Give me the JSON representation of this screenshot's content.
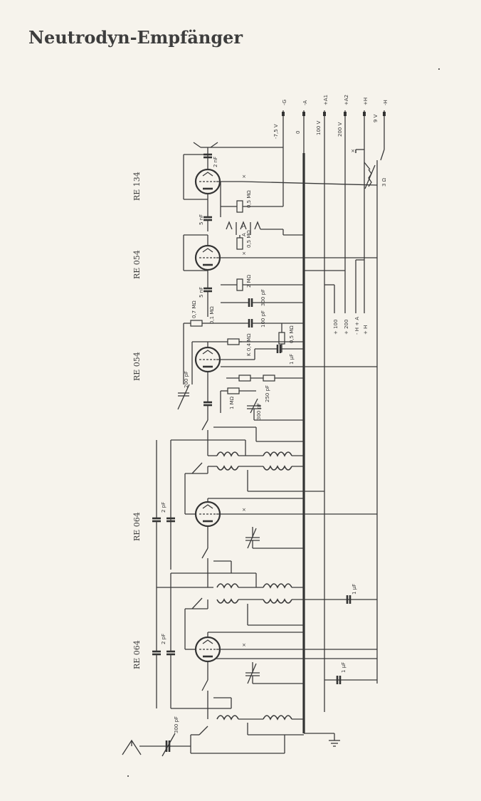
{
  "title": "Neutrodyn-Empfänger",
  "tubes": [
    {
      "label": "RE 134"
    },
    {
      "label": "RE 054"
    },
    {
      "label": "RE 054"
    },
    {
      "label": "RE 064"
    },
    {
      "label": "RE 064"
    }
  ],
  "terminals": [
    {
      "top": "-G",
      "side": "-7,5 V"
    },
    {
      "top": "-A",
      "side": "0"
    },
    {
      "top": "+A1",
      "side": "100 V"
    },
    {
      "top": "+A2",
      "side": "200 V"
    },
    {
      "top": "+H",
      "side": "9 V"
    },
    {
      "top": "-H",
      "side": ""
    }
  ],
  "supply_labels": [
    "+ 100",
    "+ 200",
    "- H + A",
    "+ H"
  ],
  "components": {
    "c_out": "2 nF",
    "r_grid1": "0,5 MΩ",
    "c_coupling1": "5 nF",
    "r_grid2": "0,5 MΩ",
    "r_anode1": "2 MΩ",
    "c_coupling2": "5 nF",
    "c_300pf": "300 pF",
    "r_07": "0,7 MΩ",
    "r_01": "0,1 MΩ",
    "c_100pf": "100 pF",
    "r_05": "0,5 MΩ",
    "r_k": "K 0,4 MΩ",
    "c_1uf_a": "1 µF",
    "r_1m": "1 MΩ",
    "c_200pf": "200 pF",
    "c_300pf_b": "300 pF",
    "r_250": "250 pF",
    "c_1uf_b": "1 µF",
    "c_1uf_c": "1 µF",
    "c_2pf_a": "2 pF",
    "c_2pf_b": "2 pF",
    "c_ant": "300 pF",
    "r_3": "3 Ω"
  },
  "transformer_labels": [
    "T",
    "A"
  ]
}
